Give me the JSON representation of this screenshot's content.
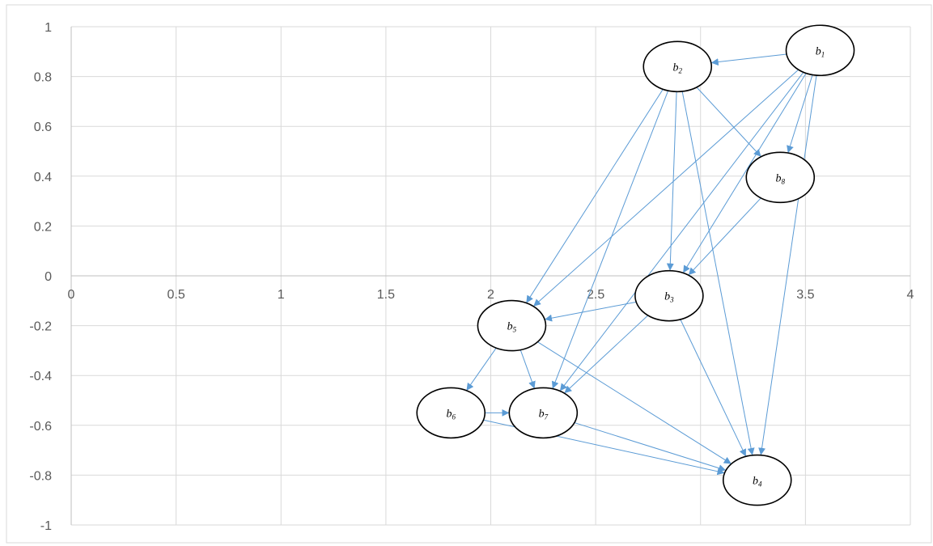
{
  "chart_data": {
    "type": "scatter",
    "title": "",
    "xlabel": "",
    "ylabel": "",
    "xlim": [
      0,
      4
    ],
    "ylim": [
      -1,
      1
    ],
    "x_ticks": [
      "0",
      "0.5",
      "1",
      "1.5",
      "2",
      "2.5",
      "3",
      "3.5",
      "4"
    ],
    "y_ticks": [
      "1",
      "0.8",
      "0.6",
      "0.4",
      "0.2",
      "0",
      "-0.2",
      "-0.4",
      "-0.6",
      "-0.8",
      "-1"
    ],
    "grid": true,
    "edge_color": "#5b9bd5",
    "nodes": [
      {
        "id": "b1",
        "base": "b",
        "sub": "1",
        "x": 3.57,
        "y": 0.905
      },
      {
        "id": "b2",
        "base": "b",
        "sub": "2",
        "x": 2.89,
        "y": 0.84
      },
      {
        "id": "b3",
        "base": "b",
        "sub": "3",
        "x": 2.85,
        "y": -0.08
      },
      {
        "id": "b4",
        "base": "b",
        "sub": "4",
        "x": 3.27,
        "y": -0.82
      },
      {
        "id": "b5",
        "base": "b",
        "sub": "5",
        "x": 2.1,
        "y": -0.2
      },
      {
        "id": "b6",
        "base": "b",
        "sub": "6",
        "x": 1.81,
        "y": -0.55
      },
      {
        "id": "b7",
        "base": "b",
        "sub": "7",
        "x": 2.25,
        "y": -0.55
      },
      {
        "id": "b8",
        "base": "b",
        "sub": "8",
        "x": 3.38,
        "y": 0.395
      }
    ],
    "edges": [
      {
        "from": "b1",
        "to": "b2"
      },
      {
        "from": "b1",
        "to": "b8"
      },
      {
        "from": "b1",
        "to": "b4"
      },
      {
        "from": "b1",
        "to": "b3"
      },
      {
        "from": "b1",
        "to": "b5"
      },
      {
        "from": "b1",
        "to": "b7"
      },
      {
        "from": "b2",
        "to": "b8"
      },
      {
        "from": "b2",
        "to": "b3"
      },
      {
        "from": "b2",
        "to": "b5"
      },
      {
        "from": "b2",
        "to": "b4"
      },
      {
        "from": "b2",
        "to": "b7"
      },
      {
        "from": "b8",
        "to": "b3"
      },
      {
        "from": "b3",
        "to": "b5"
      },
      {
        "from": "b3",
        "to": "b7"
      },
      {
        "from": "b3",
        "to": "b4"
      },
      {
        "from": "b5",
        "to": "b6"
      },
      {
        "from": "b5",
        "to": "b7"
      },
      {
        "from": "b5",
        "to": "b4"
      },
      {
        "from": "b6",
        "to": "b7"
      },
      {
        "from": "b6",
        "to": "b4"
      },
      {
        "from": "b7",
        "to": "b4"
      }
    ]
  }
}
